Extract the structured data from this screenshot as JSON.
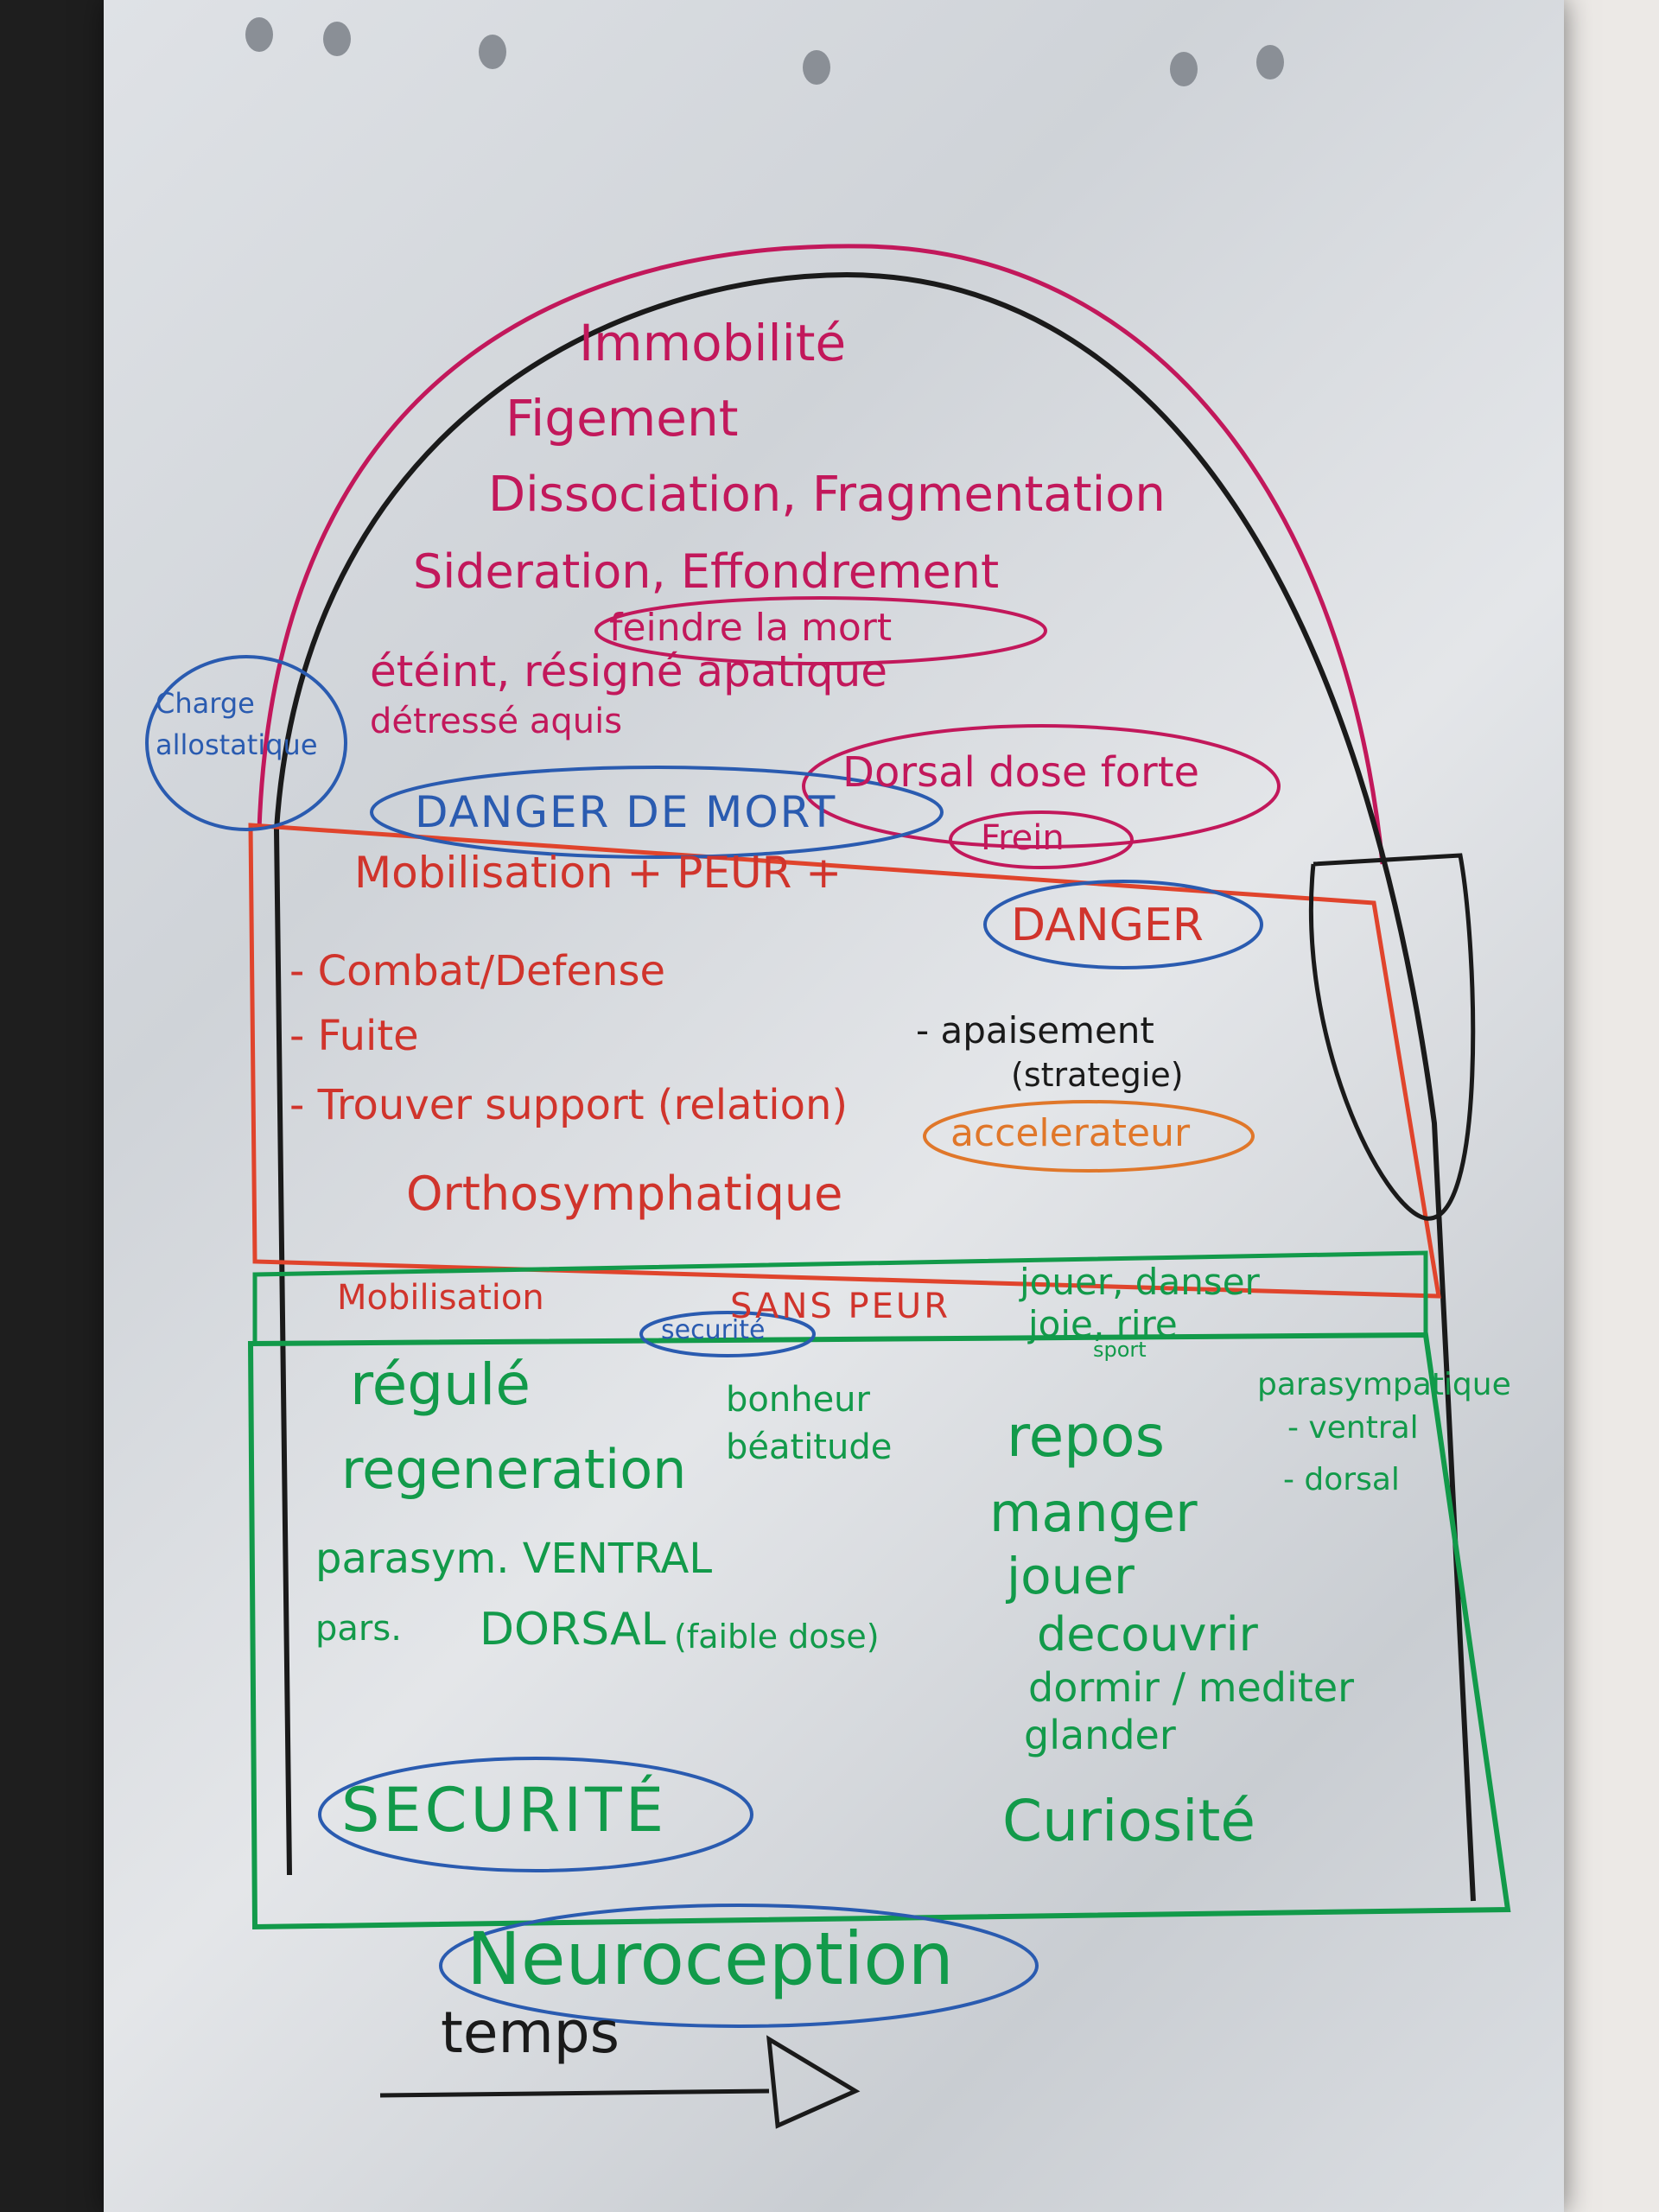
{
  "dorsal_zone": {
    "lines": [
      "Immobilité",
      "Figement",
      "Dissociation, Fragmentation",
      "Sideration, Effondrement",
      "feindre la mort",
      "étéint, résigné  apatique",
      "détressé aquis"
    ],
    "charge_label": "Charge allostatique",
    "dorsal_note": "Dorsal dose forte",
    "danger_mort": "DANGER DE MORT",
    "frein": "Frein"
  },
  "sympathetic_zone": {
    "heading_left": "Mobilisation  +  PEUR  +",
    "danger": "DANGER",
    "items": [
      "- Combat/Defense",
      "- Fuite",
      "- Trouver support (relation)"
    ],
    "apaisement": "- apaisement",
    "strategie": "(strategie)",
    "accelerateur": "accelerateur",
    "ortho": "Orthosymphatique"
  },
  "mixed_band": {
    "mobilisation": "Mobilisation",
    "sans_peur": "SANS  PEUR",
    "securite_small": "securité",
    "jouer_danser": "jouer, danser",
    "joie_rire": "joie, rire",
    "sport": "sport"
  },
  "ventral_zone": {
    "regule": "régulé",
    "regeneration": "regeneration",
    "bonheur": "bonheur",
    "beatitude": "béatitude",
    "repos": "repos",
    "manger": "manger",
    "jouer": "jouer",
    "decouvrir": "decouvrir",
    "dormir": "dormir / mediter",
    "glander": "glander",
    "parasym_title": "parasympatique",
    "ventral_item": "- ventral",
    "dorsal_item": "- dorsal",
    "parasym_ventral": "parasym.  VENTRAL",
    "pars_dorsal_prefix": "pars.",
    "pars_dorsal": "DORSAL",
    "faible_dose": "(faible dose)",
    "securite": "SECURITÉ",
    "curiosite": "Curiosité"
  },
  "footer": {
    "neuroception": "Neuroception",
    "temps": "temps"
  },
  "colors": {
    "red": "#d0342c",
    "magenta": "#c2185b",
    "green": "#129a4a",
    "blue": "#2a5bb0",
    "black": "#1a1a1a",
    "orange": "#e0772a"
  }
}
